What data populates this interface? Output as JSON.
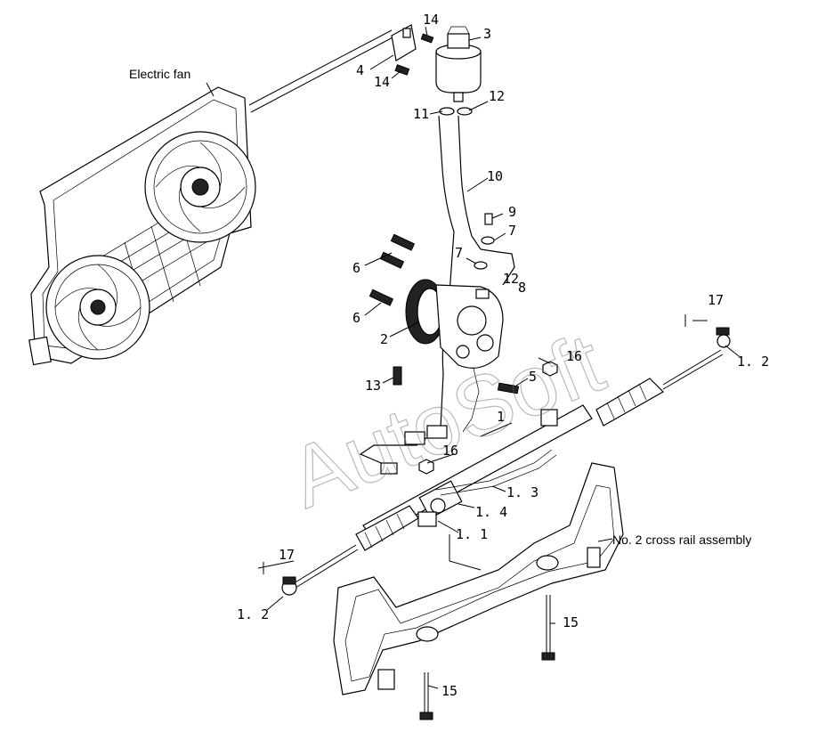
{
  "labels": {
    "electric_fan": "Electric fan",
    "cross_rail": "No. 2 cross rail assembly",
    "c1": "1",
    "c1_1": "1. 1",
    "c1_2_right": "1. 2",
    "c1_2_left": "1. 2",
    "c1_3": "1. 3",
    "c1_4": "1. 4",
    "c2": "2",
    "c3": "3",
    "c4": "4",
    "c5": "5",
    "c6a": "6",
    "c6b": "6",
    "c7a": "7",
    "c7b": "7",
    "c8": "8",
    "c9": "9",
    "c10": "10",
    "c11": "11",
    "c12": "12",
    "c12b": "12",
    "c13": "13",
    "c14a": "14",
    "c14b": "14",
    "c15a": "15",
    "c15b": "15",
    "c16a": "16",
    "c16b": "16",
    "c17a": "17",
    "c17b": "17"
  },
  "watermark": "AutoSoft"
}
